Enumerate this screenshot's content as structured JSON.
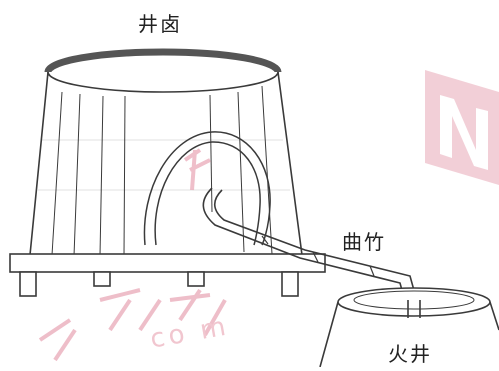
{
  "labels": {
    "brine_tank": "井卤",
    "bamboo_pipe": "曲竹",
    "fire_well": "火井"
  },
  "watermark": {
    "text": "co m"
  },
  "colors": {
    "line": "#3a3a3a",
    "tank_rim": "#555555",
    "watermark": "#f1c6cf"
  }
}
